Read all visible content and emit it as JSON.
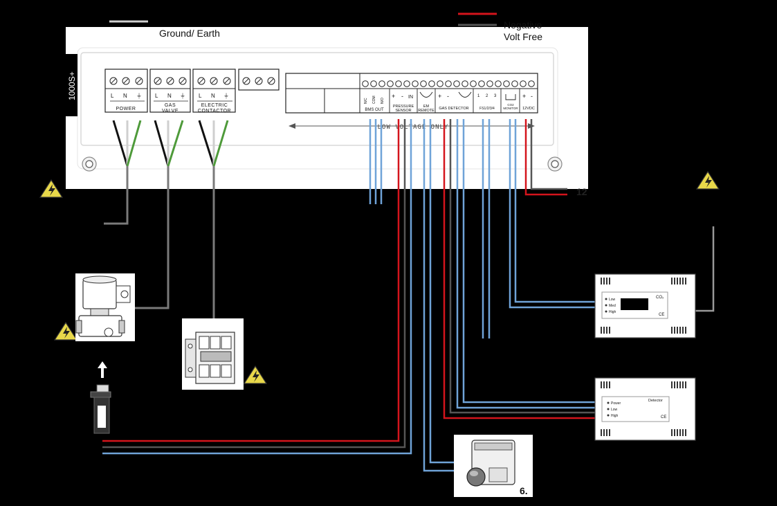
{
  "legend": {
    "items": [
      {
        "label": "",
        "color": "#cfcfcf"
      },
      {
        "label": "Ground/ Earth",
        "color": "#4e9a3a"
      },
      {
        "label": "",
        "color": "#d4141c"
      },
      {
        "label": "Negative",
        "color": "#555555"
      },
      {
        "label": "Volt Free",
        "color": "#6fa3d8"
      }
    ]
  },
  "panel": {
    "model": "1000S+",
    "terminals": {
      "power": {
        "title": "POWER",
        "pins": [
          "L",
          "N",
          "⏚"
        ]
      },
      "gas_valve": {
        "title_line1": "GAS",
        "title_line2": "VALVE",
        "pins": [
          "L",
          "N",
          "⏚"
        ]
      },
      "contactor": {
        "title_line1": "ELECTRIC",
        "title_line2": "CONTACTOR",
        "pins": [
          "L",
          "N",
          "⏚"
        ]
      },
      "bms_out": {
        "title": "BMS OUT",
        "pins": [
          "N/C",
          "COM",
          "N/O"
        ]
      },
      "pressure": {
        "title_line1": "PRESSURE",
        "title_line2": "SENSOR",
        "pins": [
          "+",
          "-",
          "IN"
        ]
      },
      "em_remote": {
        "title_line1": "EM",
        "title_line2": "REMOTE"
      },
      "gas_detector": {
        "title": "GAS DETECTOR",
        "pins": [
          "+",
          "-"
        ]
      },
      "fs": {
        "title": "FS1/2/3/4",
        "pins": [
          "1",
          "2",
          "3"
        ]
      },
      "co2": {
        "title_line1": "CO2",
        "title_line2": "MONITOR"
      },
      "dc": {
        "title": "12VDC",
        "pins": [
          "+",
          "-"
        ]
      }
    },
    "low_voltage_label": "LOW VOLTAGE ONLY"
  },
  "supply_label": "12",
  "co2_monitor": {
    "title": "CO₂",
    "leds": [
      "Low",
      "Med",
      "High"
    ],
    "mark": "CE"
  },
  "detector": {
    "title": "Detector",
    "leds": [
      "Power",
      "Low",
      "High"
    ],
    "mark": "CE"
  },
  "em_button_number": "6."
}
